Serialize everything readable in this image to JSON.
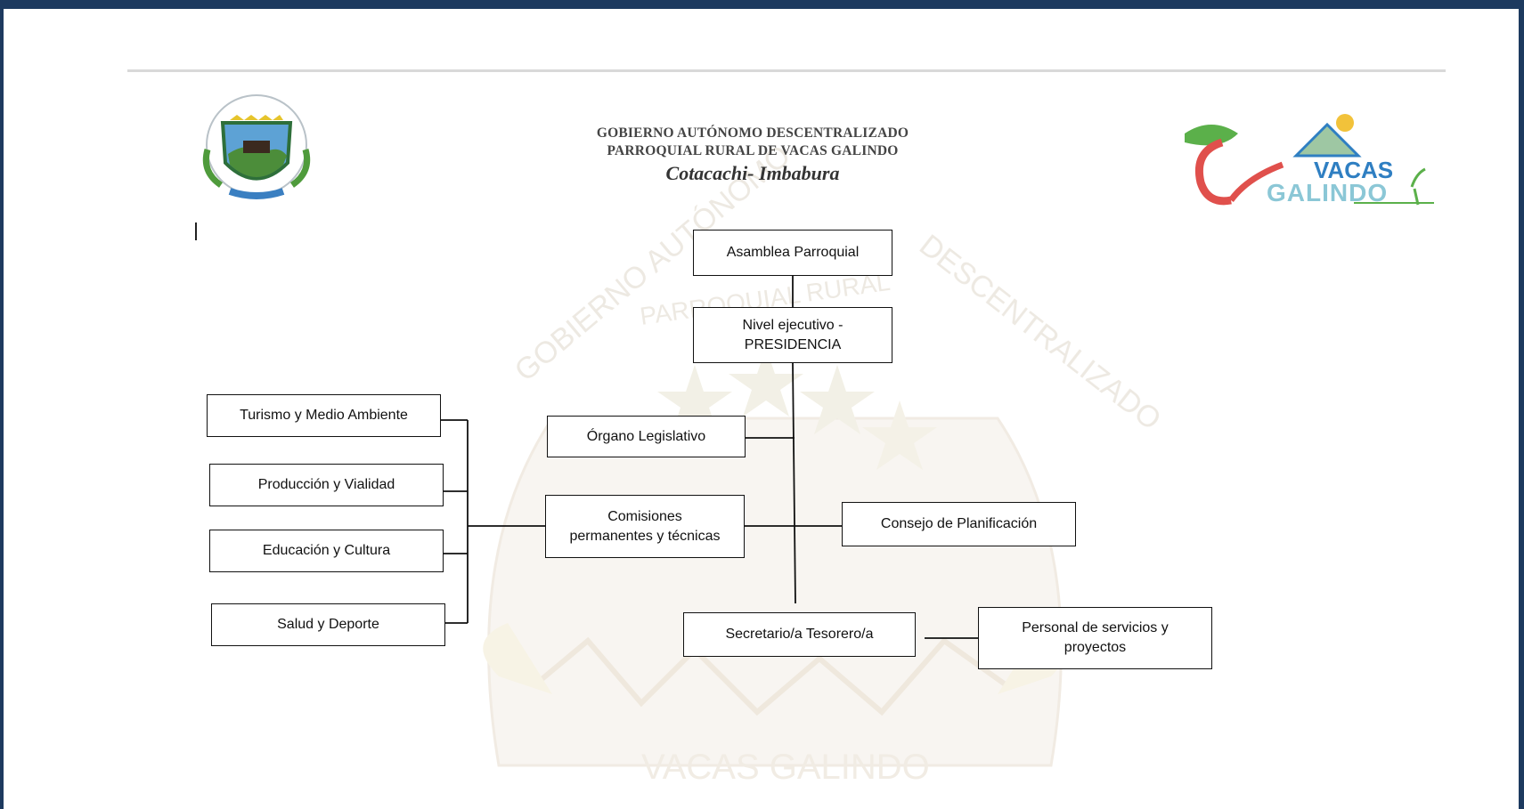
{
  "header": {
    "line1": "GOBIERNO AUTÓNOMO DESCENTRALIZADO",
    "line2": "PARROQUIAL RURAL DE VACAS GALINDO",
    "line3": "Cotacachi- Imbabura"
  },
  "logos": {
    "right_top": "VACAS",
    "right_bottom": "GALINDO"
  },
  "watermark": {
    "arc_text": "GOBIERNO AUTÓNOMO DESCENTRALIZADO",
    "inner_text": "PARROQUIAL RURAL",
    "bottom_text": "VACAS GALINDO"
  },
  "org": {
    "asamblea": "Asamblea Parroquial",
    "ejecutivo_l1": "Nivel ejecutivo -",
    "ejecutivo_l2": "PRESIDENCIA",
    "legislativo": "Órgano Legislativo",
    "comisiones_l1": "Comisiones",
    "comisiones_l2": "permanentes y técnicas",
    "consejo": "Consejo de Planificación",
    "secretario": "Secretario/a Tesorero/a",
    "personal_l1": "Personal de servicios y",
    "personal_l2": "proyectos",
    "turismo": "Turismo y Medio Ambiente",
    "produccion": "Producción y Vialidad",
    "educacion": "Educación y Cultura",
    "salud": "Salud y Deporte"
  },
  "colors": {
    "frame": "#1d3a5f",
    "watermark": "#e9e2d6",
    "logo_green": "#5bb04a",
    "logo_blue": "#2f7fc2",
    "logo_red": "#e0504c"
  }
}
